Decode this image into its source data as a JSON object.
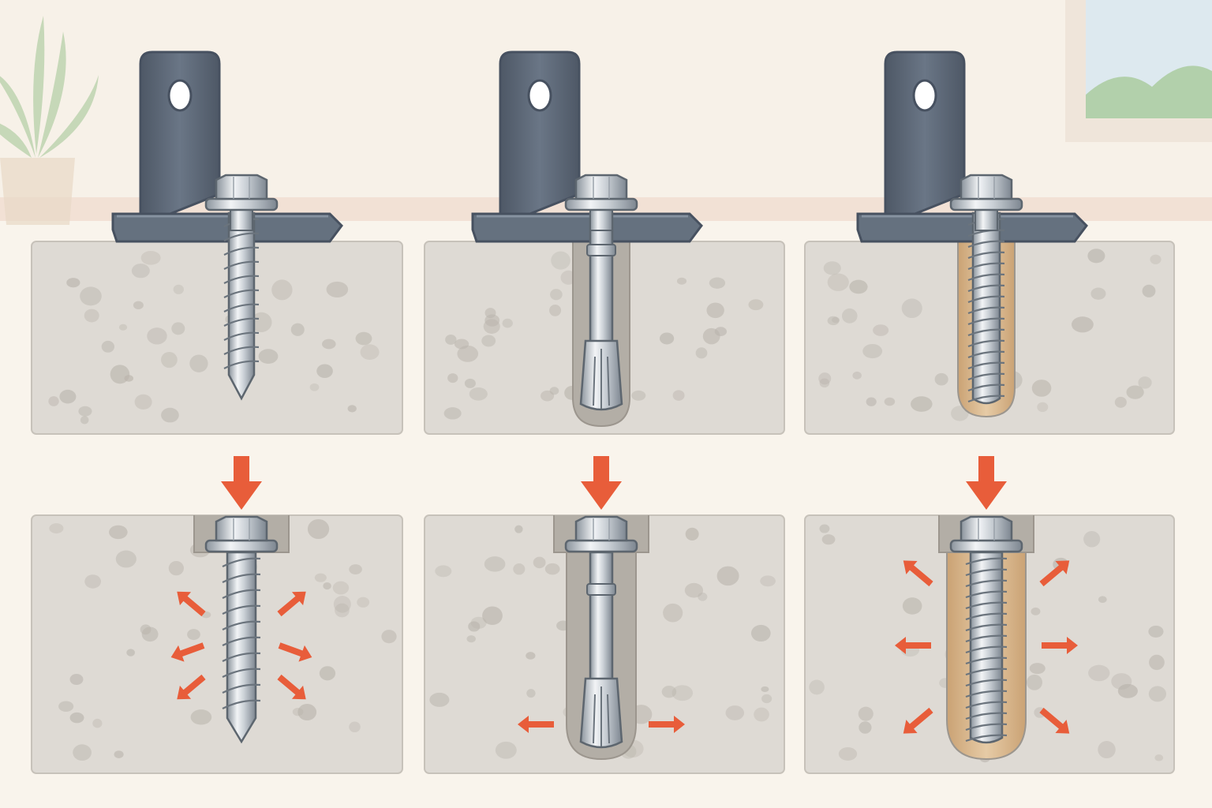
{
  "scene": {
    "background": "#f7f1e8",
    "wall_stripe": "#f0ddd0",
    "floor": "#f9f4ec",
    "concrete_fill": "#dedad4",
    "concrete_stroke": "#c7c2ba",
    "aggregate_color": "#b9b4ac",
    "bracket_color": "#5f6b7a",
    "bracket_dark": "#475160",
    "steel_light": "#eef1f4",
    "steel_mid": "#c4cad1",
    "steel_dark": "#7d8690",
    "epoxy_color": "#d9b890",
    "hole_color": "#b3aea6",
    "force_arrow_color": "#e85d3a",
    "plant_leaf": "#9fc28f",
    "pot_color": "#e8d8c6",
    "window_sky": "#dde9ef",
    "window_hill": "#a8c99a"
  },
  "installed_row": [
    {
      "name": "concrete-screw-installed",
      "anchor_type": "screw"
    },
    {
      "name": "wedge-anchor-installed",
      "anchor_type": "wedge"
    },
    {
      "name": "chemical-anchor-installed",
      "anchor_type": "chemical"
    }
  ],
  "mechanism_row": [
    {
      "name": "concrete-screw-mechanism",
      "anchor_type": "screw",
      "load_direction": "down",
      "force_pattern": "thread-interlock"
    },
    {
      "name": "wedge-anchor-mechanism",
      "anchor_type": "wedge",
      "load_direction": "down",
      "force_pattern": "expansion-at-base"
    },
    {
      "name": "chemical-anchor-mechanism",
      "anchor_type": "chemical",
      "load_direction": "down",
      "force_pattern": "bond-along-length"
    }
  ]
}
